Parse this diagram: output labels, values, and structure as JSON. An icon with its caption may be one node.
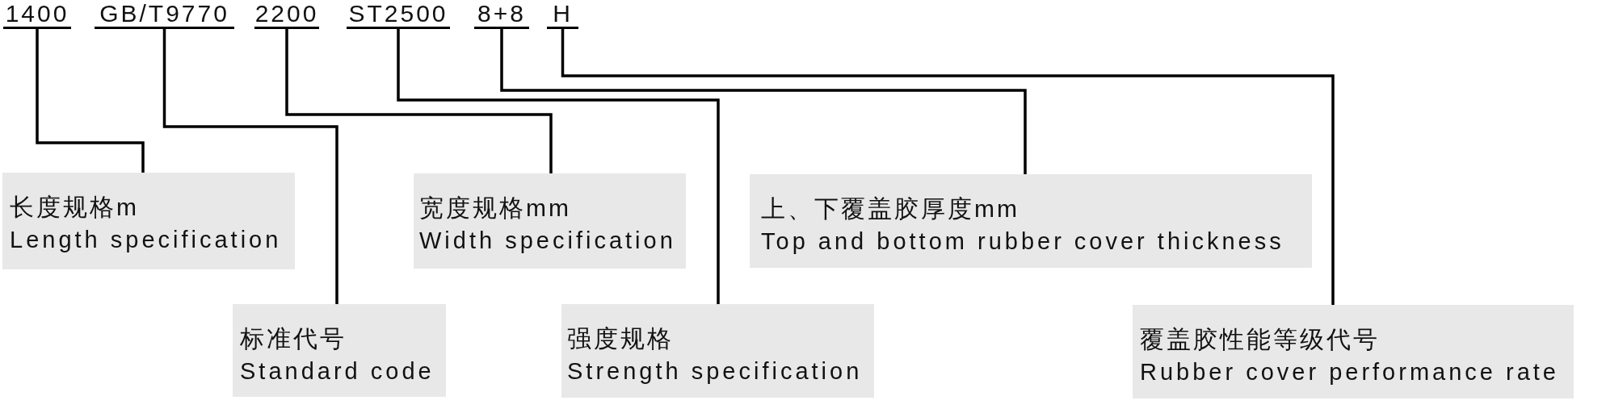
{
  "diagram": {
    "nodes": [
      {
        "text": [
          "1400"
        ]
      },
      {
        "text": [
          "GB/T9770"
        ]
      },
      {
        "text": [
          "2200"
        ]
      },
      {
        "text": [
          "ST2500"
        ]
      },
      {
        "text": [
          "8+8"
        ]
      },
      {
        "text": [
          "H"
        ]
      },
      {
        "text": [
          "长度规格m",
          "Length specification"
        ]
      },
      {
        "text": [
          "宽度规格mm",
          "Width specification"
        ]
      },
      {
        "text": [
          "上、下覆盖胶厚度mm",
          "Top and bottom rubber cover thickness"
        ]
      },
      {
        "text": [
          "标准代号",
          "Standard code"
        ]
      },
      {
        "text": [
          "强度规格",
          "Strength specification"
        ]
      },
      {
        "text": [
          "覆盖胶性能等级代号",
          "Rubber cover performance rate"
        ]
      }
    ],
    "edges": [
      {
        "from": 0,
        "to": 6,
        "arrow": "none"
      },
      {
        "from": 1,
        "to": 9,
        "arrow": "none"
      },
      {
        "from": 2,
        "to": 7,
        "arrow": "none"
      },
      {
        "from": 3,
        "to": 10,
        "arrow": "none"
      },
      {
        "from": 4,
        "to": 8,
        "arrow": "none"
      },
      {
        "from": 5,
        "to": 11,
        "arrow": "none"
      }
    ]
  }
}
